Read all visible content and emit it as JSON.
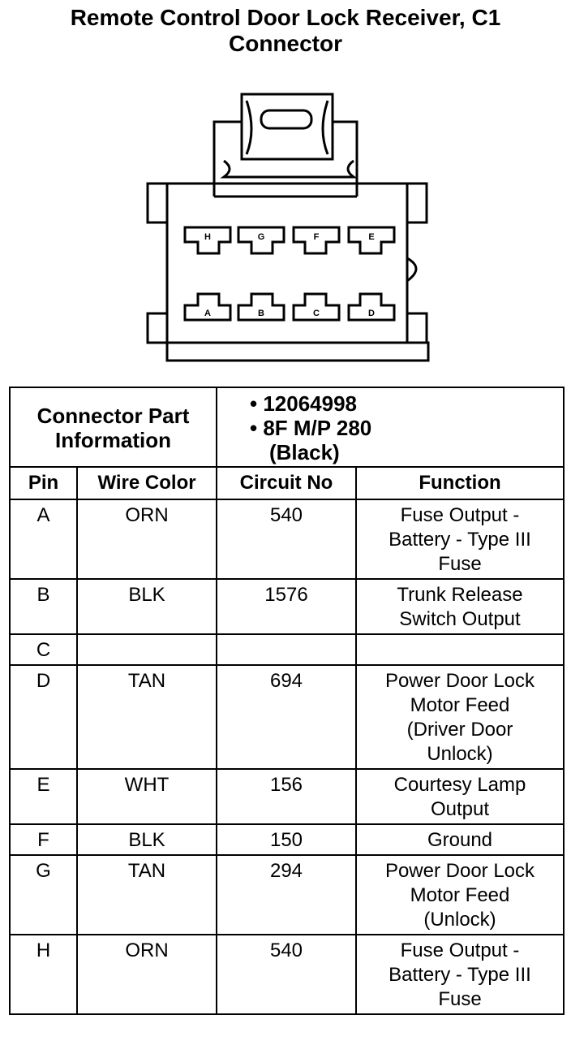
{
  "title": {
    "line1": "Remote Control Door Lock Receiver, C1",
    "line2": "Connector"
  },
  "diagram": {
    "pin_labels_top": [
      "H",
      "G",
      "F",
      "E"
    ],
    "pin_labels_bottom": [
      "A",
      "B",
      "C",
      "D"
    ]
  },
  "connector_info": {
    "label_line1": "Connector Part",
    "label_line2": "Information",
    "values": [
      "• 12064998",
      "• 8F M/P 280",
      "(Black)"
    ]
  },
  "headers": {
    "pin": "Pin",
    "wire_color": "Wire Color",
    "circuit_no": "Circuit No",
    "function": "Function"
  },
  "rows": [
    {
      "pin": "A",
      "wire": "ORN",
      "circuit": "540",
      "fn": [
        "Fuse Output -",
        "Battery - Type III",
        "Fuse"
      ]
    },
    {
      "pin": "B",
      "wire": "BLK",
      "circuit": "1576",
      "fn": [
        "Trunk Release",
        "Switch Output"
      ]
    },
    {
      "pin": "C",
      "wire": "",
      "circuit": "",
      "fn": [
        ""
      ]
    },
    {
      "pin": "D",
      "wire": "TAN",
      "circuit": "694",
      "fn": [
        "Power Door Lock",
        "Motor Feed",
        "(Driver Door",
        "Unlock)"
      ]
    },
    {
      "pin": "E",
      "wire": "WHT",
      "circuit": "156",
      "fn": [
        "Courtesy Lamp",
        "Output"
      ]
    },
    {
      "pin": "F",
      "wire": "BLK",
      "circuit": "150",
      "fn": [
        "Ground"
      ]
    },
    {
      "pin": "G",
      "wire": "TAN",
      "circuit": "294",
      "fn": [
        "Power Door Lock",
        "Motor Feed",
        "(Unlock)"
      ]
    },
    {
      "pin": "H",
      "wire": "ORN",
      "circuit": "540",
      "fn": [
        "Fuse Output -",
        "Battery - Type III",
        "Fuse"
      ]
    }
  ]
}
